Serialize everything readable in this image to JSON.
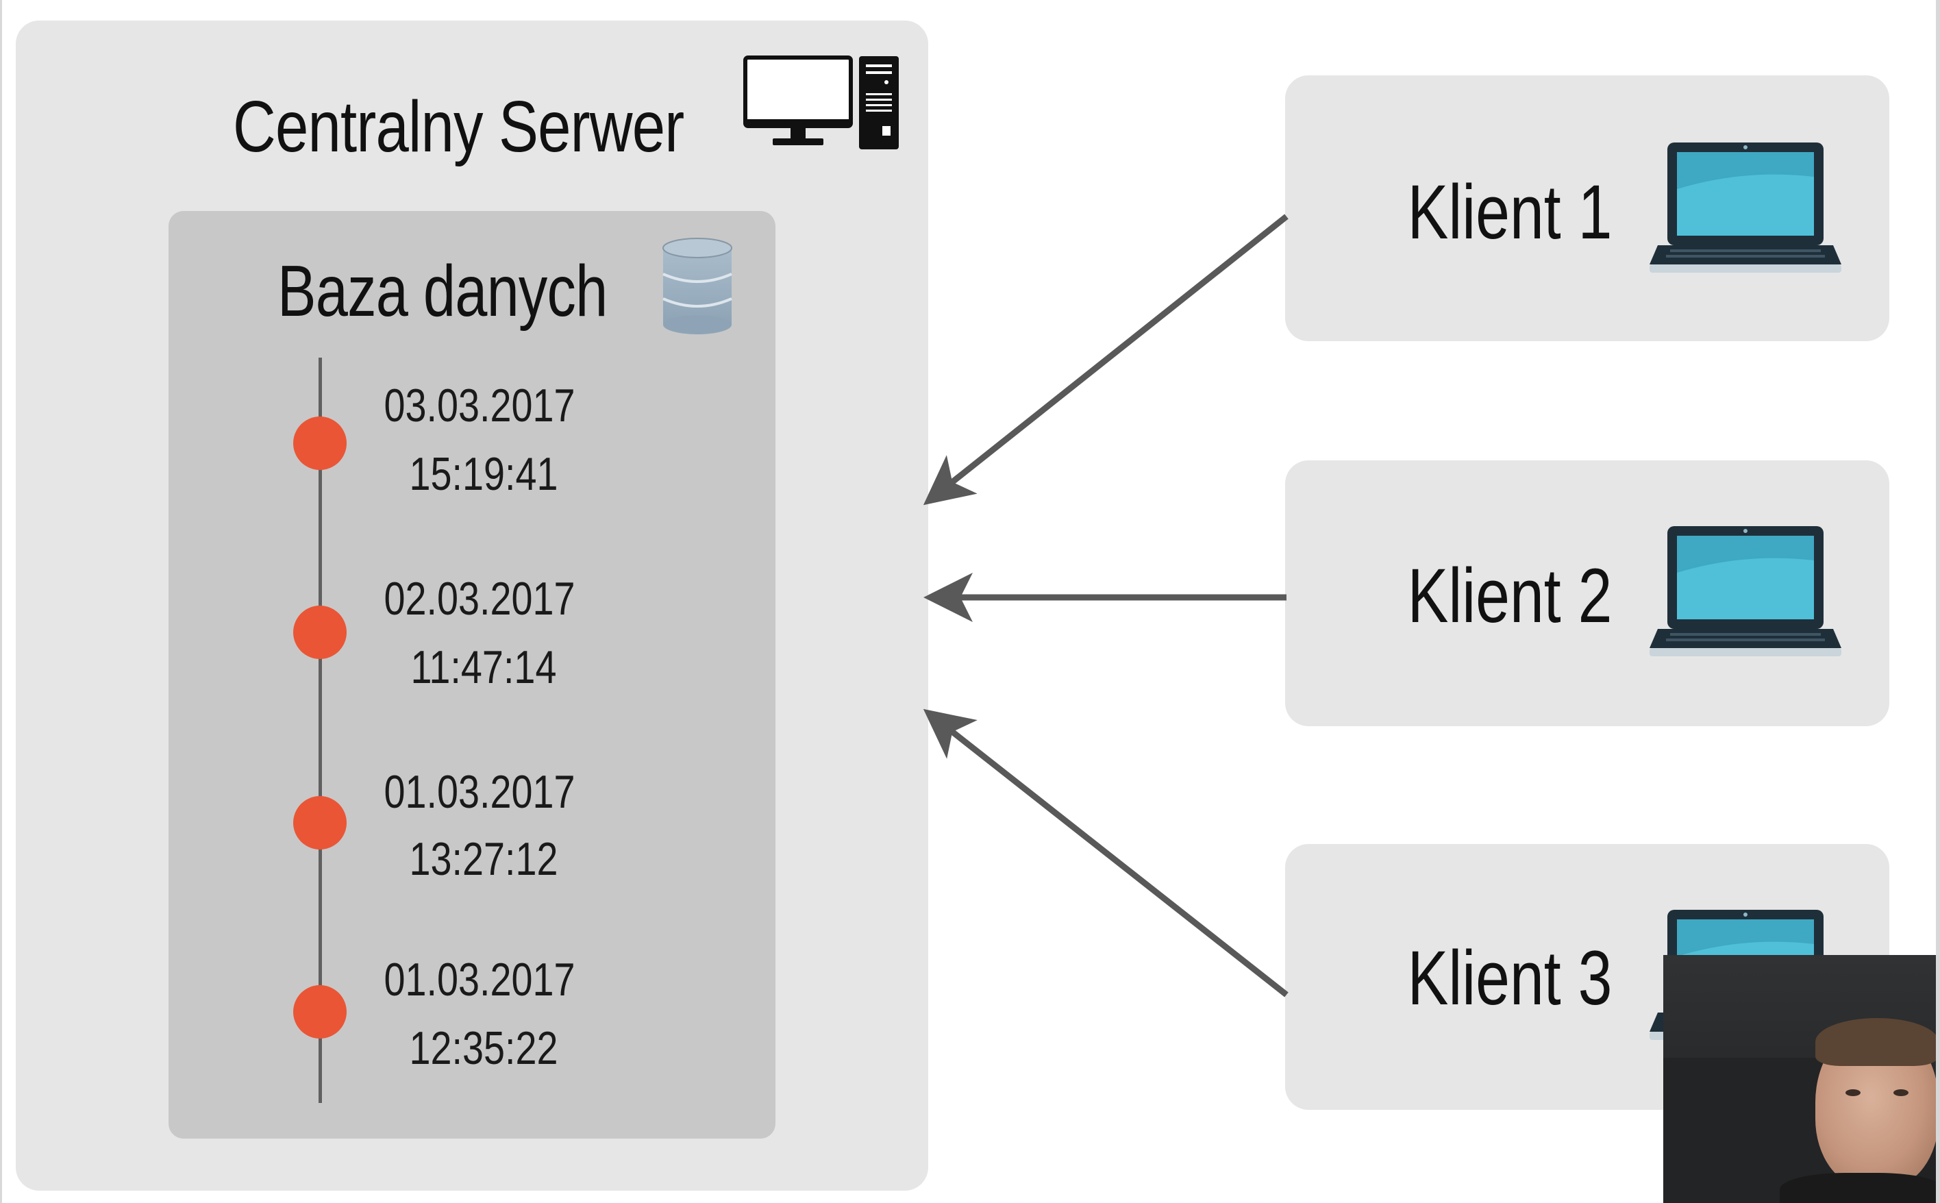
{
  "server": {
    "title": "Centralny Serwer",
    "icons": [
      "monitor-icon",
      "server-tower-icon"
    ]
  },
  "database": {
    "title": "Baza danych",
    "icon": "database-icon",
    "entries": [
      {
        "date": "03.03.2017",
        "time": "15:19:41"
      },
      {
        "date": "02.03.2017",
        "time": "11:47:14"
      },
      {
        "date": "01.03.2017",
        "time": "13:27:12"
      },
      {
        "date": "01.03.2017",
        "time": "12:35:22"
      }
    ]
  },
  "clients": [
    {
      "label": "Klient 1",
      "icon": "laptop-icon"
    },
    {
      "label": "Klient 2",
      "icon": "laptop-icon"
    },
    {
      "label": "Klient 3",
      "icon": "laptop-icon"
    }
  ],
  "colors": {
    "panel": "#e6e6e6",
    "db_panel": "#c8c8c8",
    "dot": "#ea5535",
    "arrow": "#595959",
    "laptop_screen": "#4fc0d8"
  }
}
